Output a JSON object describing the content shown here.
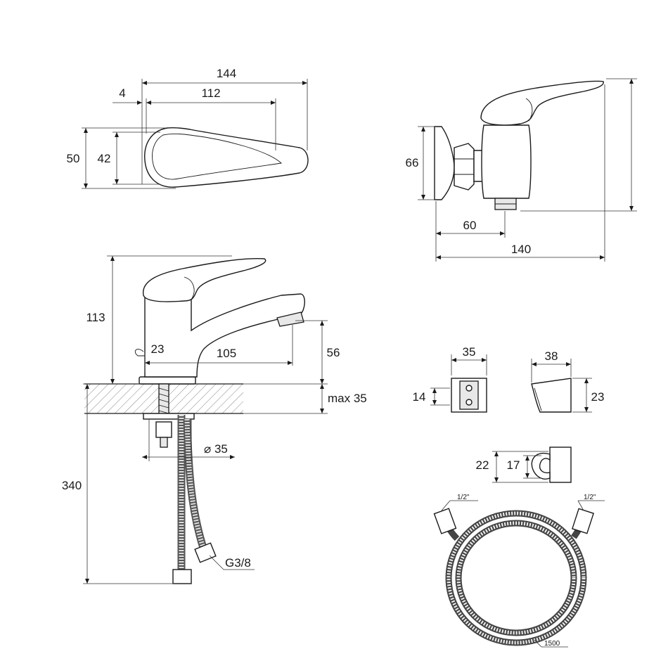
{
  "top_view": {
    "dims": {
      "total_length": "144",
      "body_length": "112",
      "offset": "4",
      "outer_height": "50",
      "inner_height": "42"
    }
  },
  "wall_mixer": {
    "dims": {
      "height": "66",
      "outlet_distance": "60",
      "total_depth": "140"
    }
  },
  "basin_mixer": {
    "dims": {
      "height": "113",
      "aerator_height": "56",
      "pull_rod": "23",
      "spout_reach": "105",
      "max_deck": "max 35",
      "hole_diameter": "⌀ 35",
      "hose_length": "340",
      "connection": "G3/8"
    }
  },
  "accessories": {
    "bracket_a": {
      "width": "35",
      "height": "14"
    },
    "bracket_b": {
      "width": "38",
      "height": "23"
    },
    "holder": {
      "outer_height": "22",
      "inner_height": "17"
    },
    "shower_hose": {
      "left_thread": "1/2\"",
      "right_thread": "1/2\"",
      "length": "1500"
    }
  }
}
